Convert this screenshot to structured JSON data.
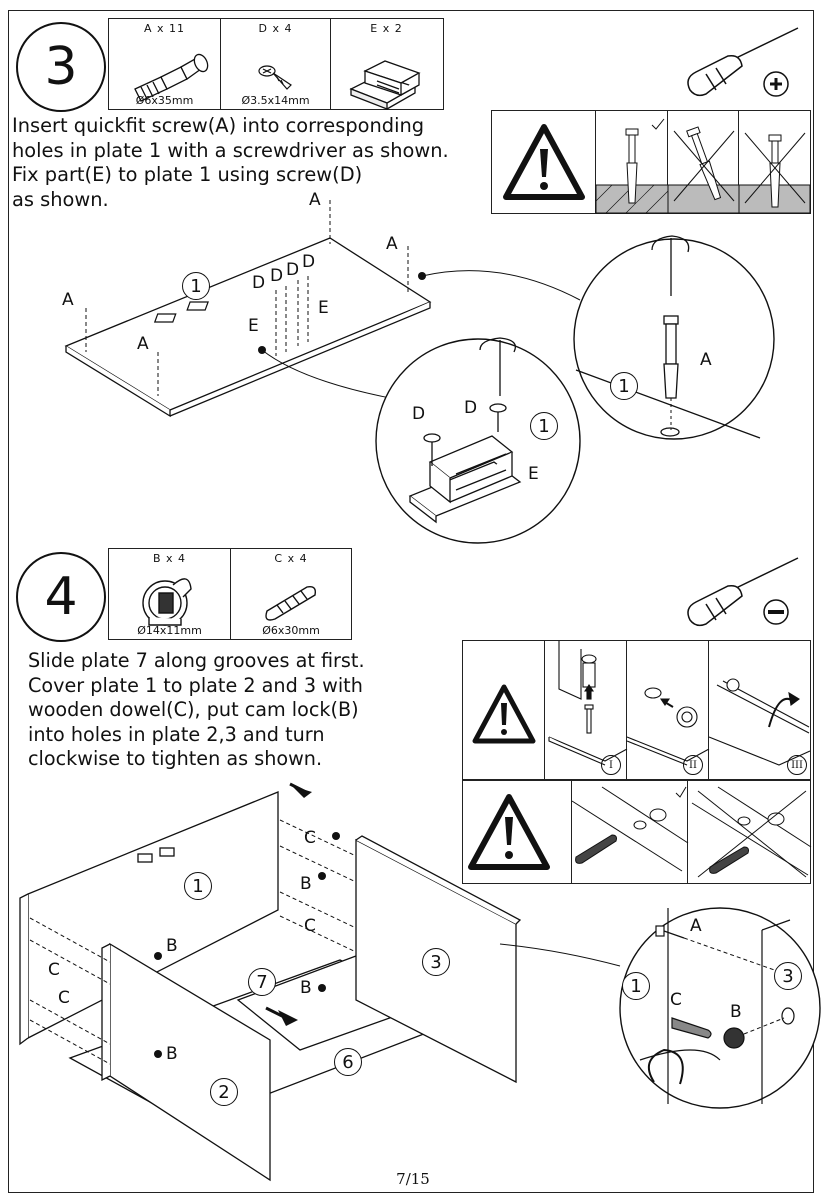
{
  "page": {
    "number": "7/15"
  },
  "step3": {
    "step_number": "3",
    "parts": [
      {
        "title": "A x 11",
        "size": "Ø6x35mm",
        "icon": "quickfit-screw-icon"
      },
      {
        "title": "D x 4",
        "size": "Ø3.5x14mm",
        "icon": "wood-screw-icon"
      },
      {
        "title": "E x 2",
        "size": "",
        "icon": "magnetic-catch-icon"
      }
    ],
    "tool_icon": "phillips-screwdriver-icon",
    "instruction": "Insert quickfit screw(A) into corresponding\nholes in plate 1 with a screwdriver as shown.\nFix part(E) to plate 1 using screw(D)\nas shown.",
    "labels": {
      "A": "A",
      "D": "D",
      "E": "E",
      "plate1": "1"
    }
  },
  "step4": {
    "step_number": "4",
    "parts": [
      {
        "title": "B x 4",
        "size": "Ø14x11mm",
        "icon": "cam-lock-icon"
      },
      {
        "title": "C x 4",
        "size": "Ø6x30mm",
        "icon": "wooden-dowel-icon"
      }
    ],
    "tool_icon": "flat-screwdriver-icon",
    "instruction": "Slide plate 7 along grooves at first.\nCover plate 1 to plate 2 and 3 with\nwooden dowel(C), put cam lock(B)\ninto holes in plate 2,3 and turn\nclockwise to tighten as shown.",
    "romans": [
      "I",
      "II",
      "III"
    ],
    "labels": {
      "A": "A",
      "B": "B",
      "C": "C",
      "p1": "1",
      "p2": "2",
      "p3": "3",
      "p6": "6",
      "p7": "7"
    }
  }
}
